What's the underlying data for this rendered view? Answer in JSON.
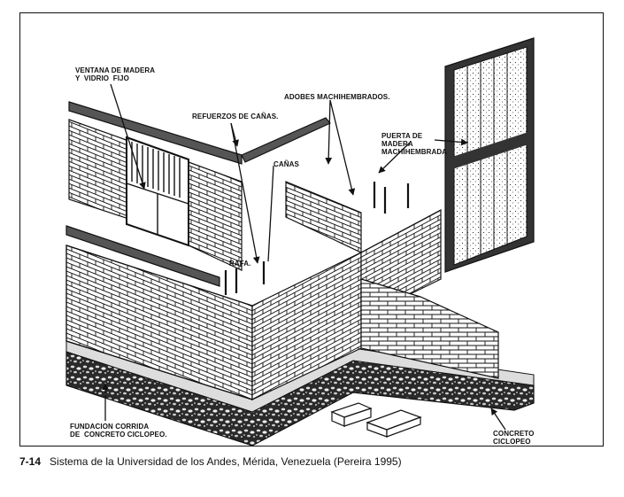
{
  "labels": {
    "window": "VENTANA DE MADERA\nY  VIDRIO  FIJO",
    "reinforcements": "REFUERZOS DE CAÑAS.",
    "adobes": "ADOBES MACHIHEMBRADOS.",
    "door": "PUERTA DE\nMADERA\nMACHIHEMBRADA",
    "canes": "CAÑAS",
    "rafa": "RAFA.",
    "foundation": "FUNDACION CORRIDA\nDE  CONCRETO CICLOPEO.",
    "concrete": "CONCRETO\nCICLOPEO"
  },
  "caption": {
    "number": "7-14",
    "text": "Sistema de la Universidad de los Andes, Mérida, Venezuela (Pereira 1995)"
  }
}
